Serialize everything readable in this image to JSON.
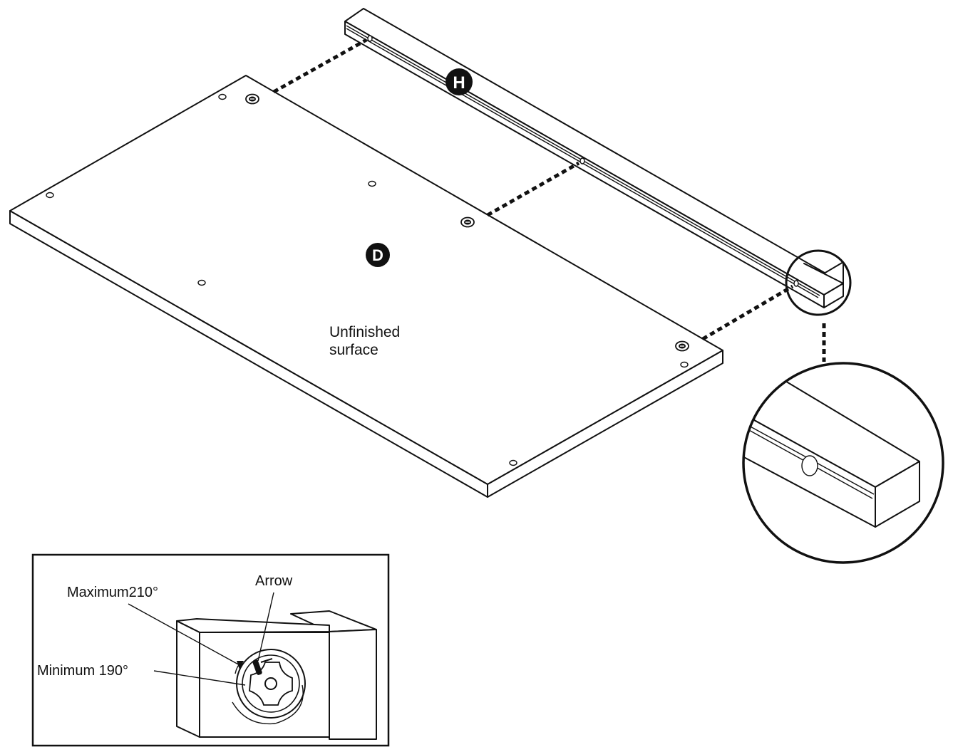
{
  "labels": {
    "part_h": "H",
    "part_d": "D",
    "surface_line1": "Unfinished",
    "surface_line2": "surface",
    "arrow": "Arrow",
    "maximum": "Maximum210°",
    "minimum": "Minimum 190°"
  },
  "colors": {
    "ink": "#111111",
    "paper": "#ffffff"
  }
}
